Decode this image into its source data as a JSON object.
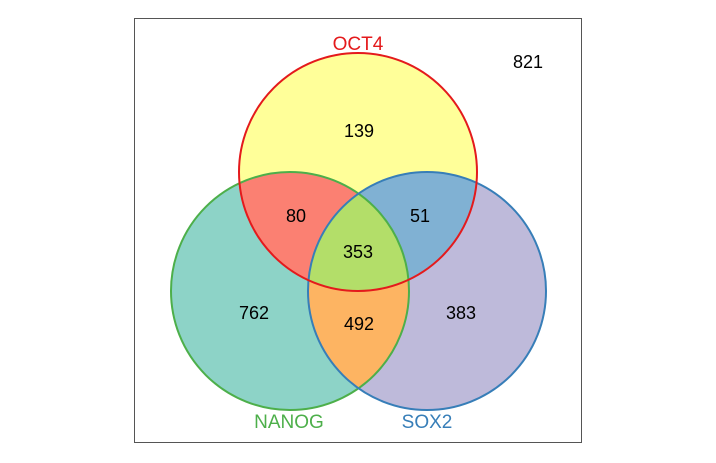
{
  "diagram": {
    "type": "venn",
    "sets": [
      {
        "name": "OCT4",
        "color": "#e41a1c",
        "fill": "#ffff99"
      },
      {
        "name": "NANOG",
        "color": "#4daf4a",
        "fill": "#8dd3c7"
      },
      {
        "name": "SOX2",
        "color": "#377eb8",
        "fill": "#bebada"
      }
    ],
    "regions": {
      "oct4_only": "139",
      "nanog_only": "762",
      "sox2_only": "383",
      "oct4_nanog": "80",
      "oct4_sox2": "51",
      "nanog_sox2": "492",
      "all_three": "353",
      "outside": "821"
    },
    "region_colors": {
      "oct4_nanog": "#fb8072",
      "oct4_sox2": "#80b1d3",
      "nanog_sox2": "#fdb462",
      "all_three": "#b3de69"
    }
  }
}
